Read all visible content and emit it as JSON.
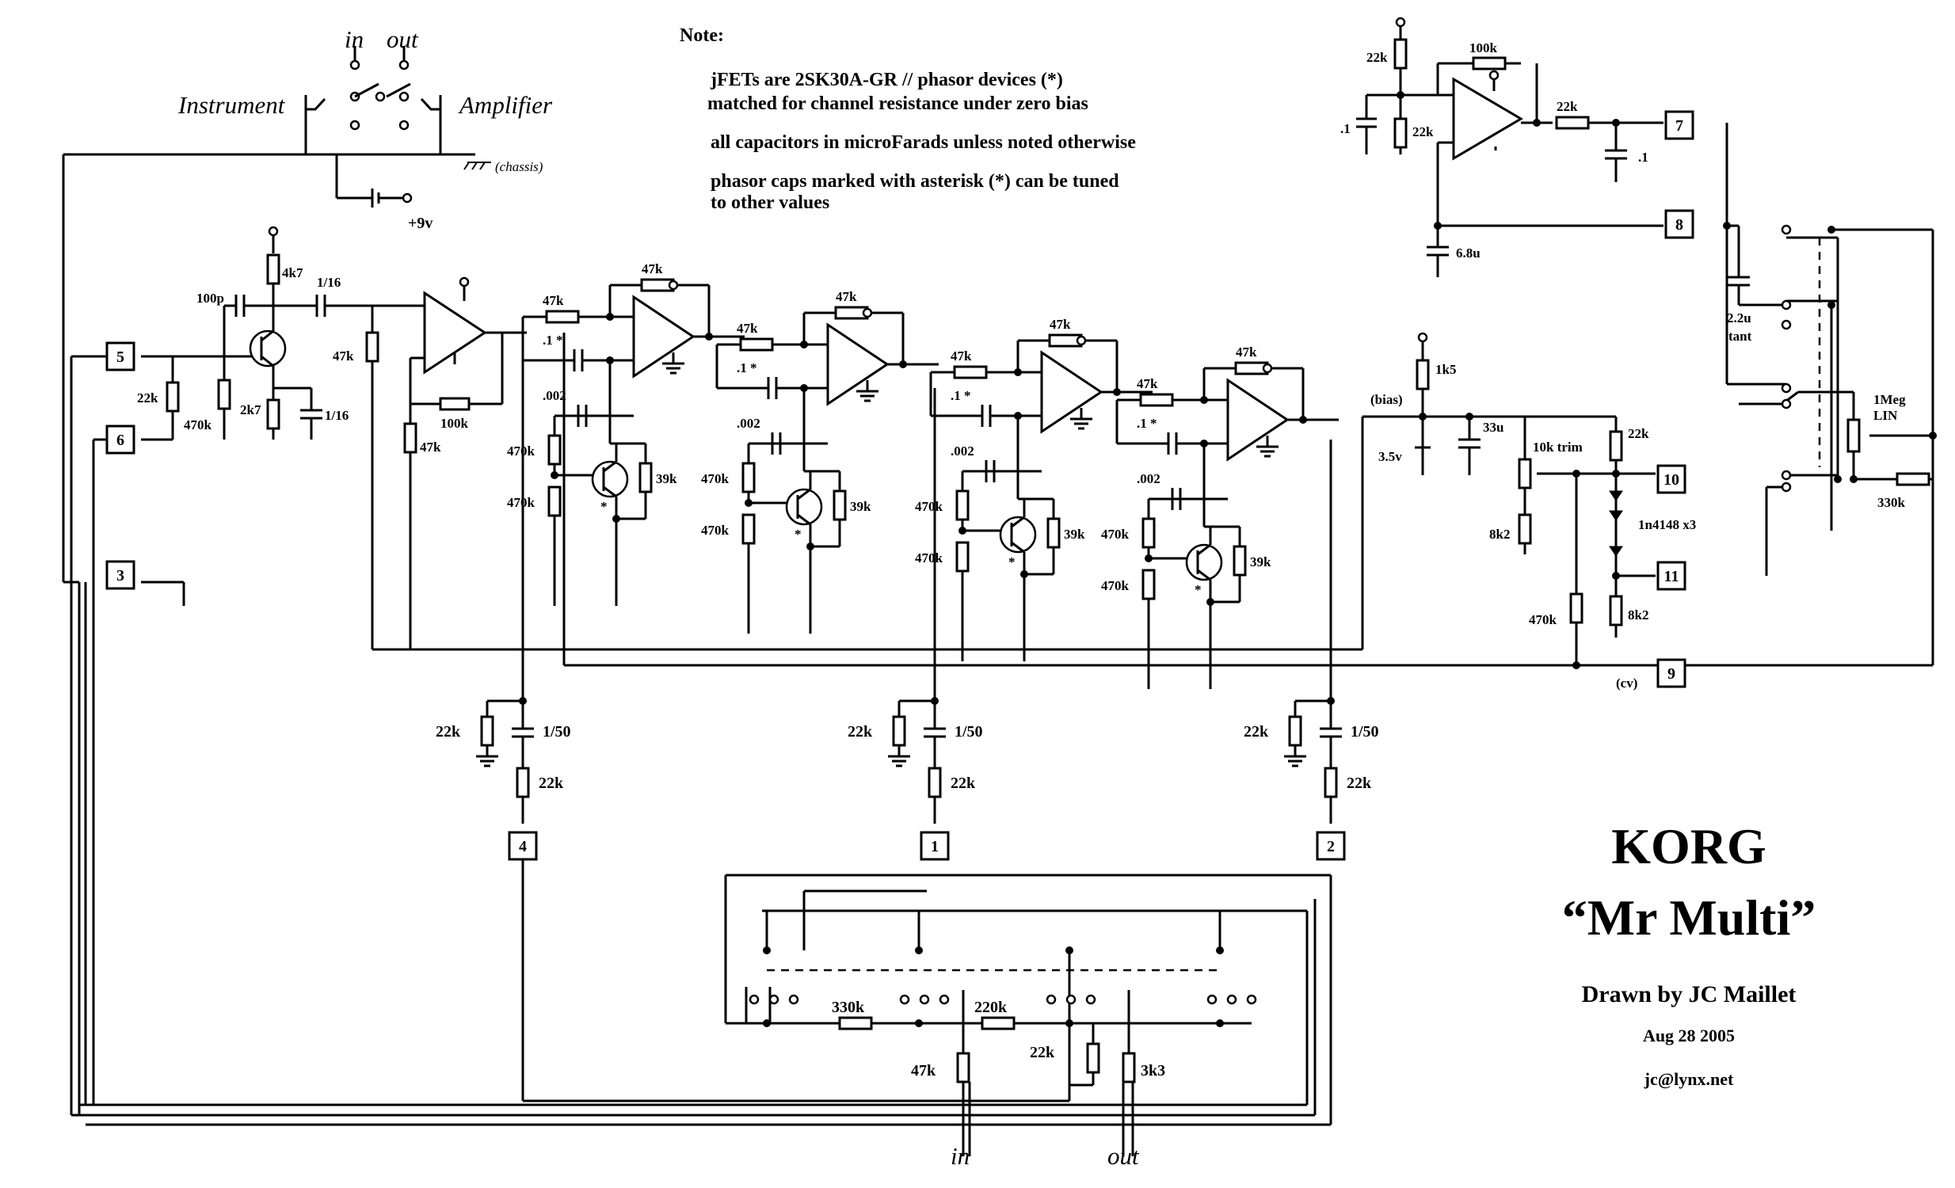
{
  "title": {
    "brand": "KORG",
    "model": "“Mr Multi”",
    "author": "Drawn by JC Maillet",
    "date": "Aug 28 2005",
    "email": "jc@lynx.net"
  },
  "notes": {
    "heading": "Note:",
    "line1": "jFETs are 2SK30A-GR // phasor devices (*)",
    "line2": "matched for channel resistance under zero bias",
    "line3": "all capacitors in microFarads unless noted otherwise",
    "line4": "phasor caps marked with asterisk (*) can be tuned",
    "line5": "to other values"
  },
  "io": {
    "instrument": "Instrument",
    "amplifier": "Amplifier",
    "in": "in",
    "out": "out",
    "chassis": "(chassis)",
    "supply": "+9v"
  },
  "connectors": [
    "1",
    "2",
    "3",
    "4",
    "5",
    "6",
    "7",
    "8",
    "9",
    "10",
    "11"
  ],
  "labels": {
    "r4k7": "4k7",
    "c100p": "100p",
    "c1_16a": "1/16",
    "c1_16b": "1/16",
    "r2k7": "2k7",
    "r22k_in": "22k",
    "r470k_in": "470k",
    "r47k_buf": "47k",
    "r47k_buf2": "47k",
    "r100k_buf": "100k",
    "s1_47ka": "47k",
    "s1_47kb": "47k",
    "s1_c": ".1 *",
    "s1_c2": ".002",
    "s1_470ka": "470k",
    "s1_470kb": "470k",
    "s1_39k": "39k",
    "s1_star": "*",
    "s2_47ka": "47k",
    "s2_47kb": "47k",
    "s2_c": ".1 *",
    "s2_c2": ".002",
    "s2_470ka": "470k",
    "s2_470kb": "470k",
    "s2_39k": "39k",
    "s2_star": "*",
    "s3_47ka": "47k",
    "s3_47kb": "47k",
    "s3_c": ".1 *",
    "s3_c2": ".002",
    "s3_470ka": "470k",
    "s3_470kb": "470k",
    "s3_39k": "39k",
    "s3_star": "*",
    "s4_47ka": "47k",
    "s4_47kb": "47k",
    "s4_c": ".1 *",
    "s4_c2": ".002",
    "s4_470ka": "470k",
    "s4_470kb": "470k",
    "s4_39k": "39k",
    "s4_star": "*",
    "o1_22k": "22k",
    "o1_c": "1/50",
    "o1_22kb": "22k",
    "o2_22k": "22k",
    "o2_c": "1/50",
    "o2_22kb": "22k",
    "o3_22k": "22k",
    "o3_c": "1/50",
    "o3_22kb": "22k",
    "sw_330k": "330k",
    "sw_220k": "220k",
    "sw_47k": "47k",
    "sw_22k": "22k",
    "sw_3k3": "3k3",
    "lfo_22k": "22k",
    "lfo_100k": "100k",
    "lfo_22kb": "22k",
    "lfo_22kc": "22k",
    "lfo_c1": ".1",
    "lfo_c2": ".1",
    "lfo_68u": "6.8u",
    "bias": "(bias)",
    "r1k5": "1k5",
    "z35": "3.5v",
    "c33u": "33u",
    "trim": "10k trim",
    "r22k_b": "22k",
    "r8k2a": "8k2",
    "diodes": "1n4148 x3",
    "r8k2b": "8k2",
    "r470k_b": "470k",
    "cv": "(cv)",
    "c22u": "2.2u",
    "tant": "tant",
    "pot1": "1Meg",
    "pot2": "LIN",
    "r330k_b": "330k"
  }
}
